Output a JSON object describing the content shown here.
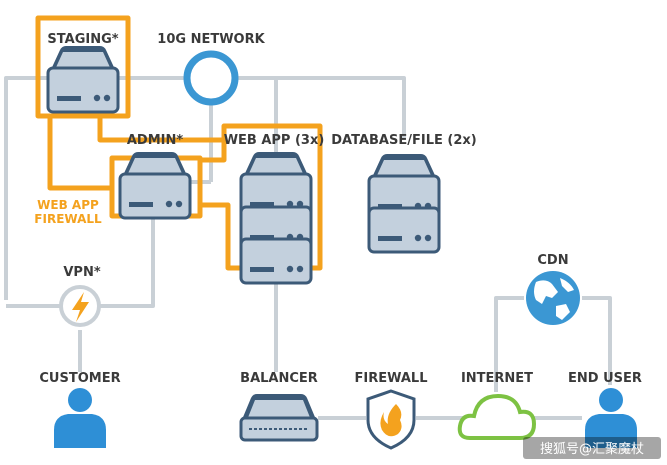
{
  "labels": {
    "staging": "STAGING*",
    "network": "10G NETWORK",
    "admin": "ADMIN*",
    "webapp": "WEB APP (3x)",
    "database": "DATABASE/FILE (2x)",
    "waf_line1": "WEB APP",
    "waf_line2": "FIREWALL",
    "vpn": "VPN*",
    "cdn": "CDN",
    "customer": "CUSTOMER",
    "balancer": "BALANCER",
    "firewall": "FIREWALL",
    "internet": "INTERNET",
    "end_user": "END USER"
  },
  "watermark": "搜狐号@汇聚魔杖",
  "colors": {
    "server_fill": "#c3d0dd",
    "server_dark": "#3c5a78",
    "waf_orange": "#f4a21e",
    "connector_gray": "#c9d0d6",
    "network_blue": "#3b97d3",
    "user_blue": "#2e8fd6",
    "cloud_green": "#7dc243",
    "vpn_bolt": "#f4a21e"
  },
  "icons": {
    "server": "server-icon",
    "network": "network-hub-icon",
    "vpn": "vpn-bolt-icon",
    "globe": "globe-icon",
    "user": "user-icon",
    "cloud": "cloud-icon",
    "shield": "firewall-shield-icon",
    "balancer": "load-balancer-icon"
  }
}
